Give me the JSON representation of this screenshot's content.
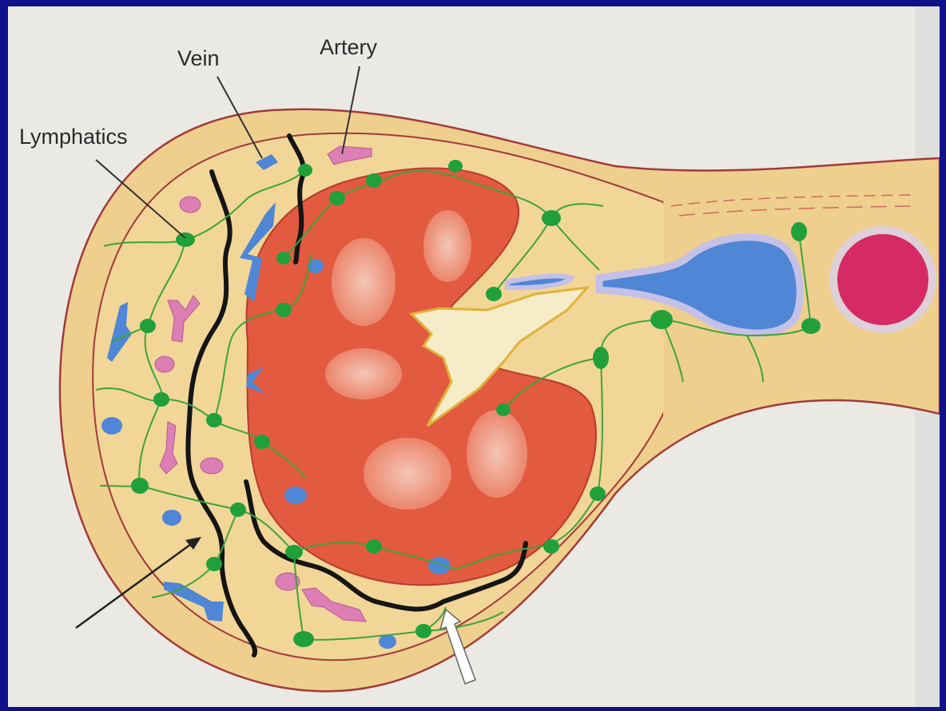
{
  "labels": {
    "vein": "Vein",
    "artery": "Artery",
    "lymphatics": "Lymphatics"
  },
  "colors": {
    "background_border": "#10108a",
    "paper": "#ebe9e4",
    "fat": "#efcf8e",
    "capsule_line": "#a23a3a",
    "kidney": "#e25a3f",
    "pyramid": "#f2b8a6",
    "pelvis": "#f6edc8",
    "vein": "#4f86d6",
    "artery": "#dc7fb4",
    "lymphatic": "#21a03a",
    "fascia": "#151515",
    "aorta": "#d62a66"
  }
}
